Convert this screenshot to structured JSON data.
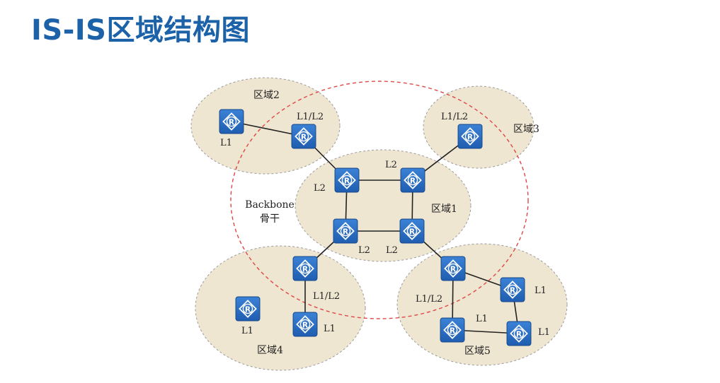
{
  "title": "IS-IS区域结构图",
  "colors": {
    "title": "#1c62a8",
    "area_fill": "#efe6d2",
    "area_border": "#9a9a9a",
    "backbone": "#e04848",
    "router_fill": "#2c6fc4",
    "link": "#222222"
  },
  "icon": "router-icon",
  "backbone": {
    "line1": "Backbone",
    "line2": "骨干"
  },
  "areas": [
    {
      "id": "area2",
      "name": "区域2"
    },
    {
      "id": "area3",
      "name": "区域3"
    },
    {
      "id": "area1",
      "name": "区域1"
    },
    {
      "id": "area4",
      "name": "区域4"
    },
    {
      "id": "area5",
      "name": "区域5"
    }
  ],
  "routers": [
    {
      "id": "r2a",
      "area": "area2",
      "level": "L1"
    },
    {
      "id": "r2b",
      "area": "area2",
      "level": "L1/L2"
    },
    {
      "id": "r3",
      "area": "area3",
      "level": "L1/L2"
    },
    {
      "id": "r1a",
      "area": "area1",
      "level": "L2"
    },
    {
      "id": "r1b",
      "area": "area1",
      "level": "L2"
    },
    {
      "id": "r1c",
      "area": "area1",
      "level": "L2"
    },
    {
      "id": "r1d",
      "area": "area1",
      "level": "L2"
    },
    {
      "id": "r4a",
      "area": "area4",
      "level": "L1/L2"
    },
    {
      "id": "r4b",
      "area": "area4",
      "level": "L1"
    },
    {
      "id": "r4c",
      "area": "area4",
      "level": "L1"
    },
    {
      "id": "r5a",
      "area": "area5",
      "level": "L1/L2"
    },
    {
      "id": "r5b",
      "area": "area5",
      "level": "L1"
    },
    {
      "id": "r5c",
      "area": "area5",
      "level": "L1"
    },
    {
      "id": "r5d",
      "area": "area5",
      "level": "L1"
    }
  ],
  "links": [
    [
      "r2a",
      "r2b"
    ],
    [
      "r2b",
      "r1a"
    ],
    [
      "r3",
      "r1b"
    ],
    [
      "r1a",
      "r1b"
    ],
    [
      "r1a",
      "r1c"
    ],
    [
      "r1b",
      "r1d"
    ],
    [
      "r1c",
      "r1d"
    ],
    [
      "r1c",
      "r4a"
    ],
    [
      "r4a",
      "r4c"
    ],
    [
      "r1d",
      "r5a"
    ],
    [
      "r5a",
      "r5b"
    ],
    [
      "r5a",
      "r5c"
    ],
    [
      "r5b",
      "r5d"
    ],
    [
      "r5c",
      "r5d"
    ]
  ],
  "labels": {
    "r2a": "L1",
    "r2b": "L1/L2",
    "r3": "L1/L2",
    "r1a": "L2",
    "r1b": "L2",
    "r1c": "L2",
    "r1d": "L2",
    "r4a": "L1/L2",
    "r4b": "L1",
    "r4c": "L1",
    "r5a": "L1/L2",
    "r5b": "L1",
    "r5c": "L1",
    "r5d": "L1"
  }
}
